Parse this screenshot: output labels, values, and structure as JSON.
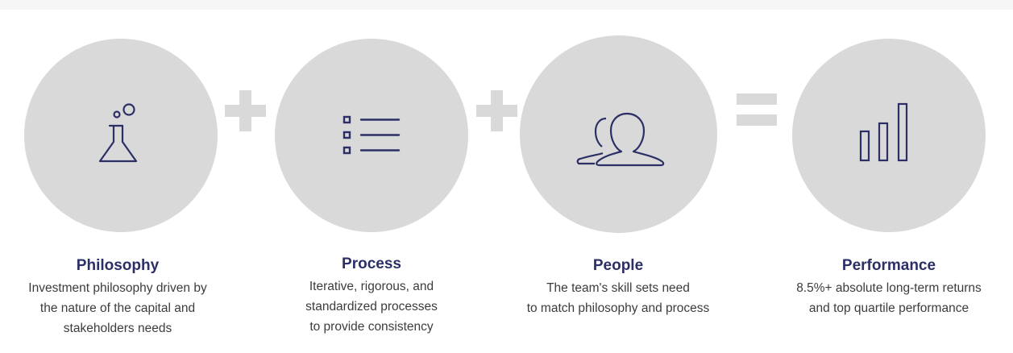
{
  "operators": {
    "plus": "+",
    "equals": "="
  },
  "stages": [
    {
      "icon": "flask-icon",
      "title": "Philosophy",
      "lines": [
        "Investment philosophy driven by",
        "the nature of the capital and",
        "stakeholders needs"
      ]
    },
    {
      "icon": "list-icon",
      "title": "Process",
      "lines": [
        "Iterative, rigorous, and",
        "standardized processes",
        "to provide consistency"
      ]
    },
    {
      "icon": "people-icon",
      "title": "People",
      "lines": [
        "The team's skill sets need",
        "to match philosophy and process"
      ]
    },
    {
      "icon": "bar-chart-icon",
      "title": "Performance",
      "lines": [
        "8.5%+ absolute long-term returns",
        "and top quartile performance"
      ]
    }
  ],
  "colors": {
    "circle": "#d9d9d9",
    "icon_stroke": "#2b2f66",
    "operator": "#d9d9d9",
    "title": "#2b2f66",
    "text": "#3c3c3c"
  }
}
